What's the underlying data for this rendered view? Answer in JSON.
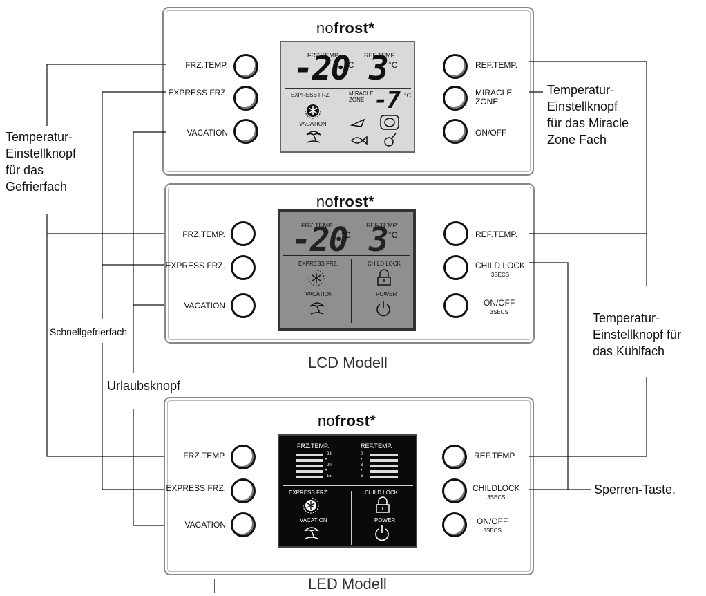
{
  "panels": {
    "top": {
      "logo_no": "no",
      "logo_frost": "frost*",
      "left_buttons": [
        "FRZ.TEMP.",
        "EXPRESS FRZ.",
        "VACATION"
      ],
      "right_buttons": [
        "REF.TEMP.",
        "MIRACLE ZONE",
        "ON/OFF"
      ],
      "display": {
        "frz_label": "FRZ.TEMP.",
        "frz_value": "-20",
        "frz_unit": "°C",
        "ref_label": "REF.TEMP.",
        "ref_value": "3",
        "ref_unit": "°C",
        "express_label": "EXPRESS FRZ.",
        "vacation_label": "VACATION",
        "miracle_label_1": "MIRACLE",
        "miracle_label_2": "ZONE",
        "miracle_value": "-7",
        "miracle_unit": "°C"
      }
    },
    "lcd": {
      "logo_no": "no",
      "logo_frost": "frost*",
      "left_buttons": [
        "FRZ.TEMP.",
        "EXPRESS FRZ.",
        "VACATION"
      ],
      "right_buttons": [
        "REF.TEMP.",
        "CHILD LOCK",
        "ON/OFF"
      ],
      "right_subs": [
        "",
        "3SECS",
        "3SECS"
      ],
      "display": {
        "frz_label": "FRZ.TEMP.",
        "frz_value": "-20",
        "frz_unit": "°C",
        "ref_label": "REF.TEMP.",
        "ref_value": "3",
        "ref_unit": "°C",
        "express_label": "EXPRESS FRZ.",
        "vacation_label": "VACATION",
        "childlock_label": "CHILD LOCK",
        "power_label": "POWER"
      },
      "caption": "LCD Modell"
    },
    "led": {
      "logo_no": "no",
      "logo_frost": "frost*",
      "left_buttons": [
        "FRZ.TEMP.",
        "EXPRESS FRZ.",
        "VACATION"
      ],
      "right_buttons": [
        "REF.TEMP.",
        "CHILDLOCK",
        "ON/OFF"
      ],
      "right_subs": [
        "",
        "3SECS",
        "3SECS"
      ],
      "display": {
        "frz_label": "FRZ.TEMP.",
        "frz_scale": [
          "-23",
          "•",
          "-20",
          "•",
          "-15"
        ],
        "ref_label": "REF.TEMP.",
        "ref_scale": [
          "0",
          "•",
          "3",
          "•",
          "6"
        ],
        "express_label": "EXPRESS FRZ.",
        "vacation_label": "VACATION",
        "childlock_label": "CHILD LOCK",
        "power_label": "POWER"
      },
      "caption": "LED Modell"
    }
  },
  "annotations": {
    "freezer_knob": [
      "Temperatur-",
      "Einstellknopf",
      "für das",
      "Gefrierfach"
    ],
    "miracle_knob": [
      "Temperatur-",
      "Einstellknopf",
      "für das Miracle",
      "Zone Fach"
    ],
    "fridge_knob": [
      "Temperatur-",
      "Einstellknopf für",
      "das Kühlfach"
    ],
    "express": "Schnellgefrierfach",
    "vacation": "Urlaubsknopf",
    "lock": "Sperren-Taste."
  }
}
